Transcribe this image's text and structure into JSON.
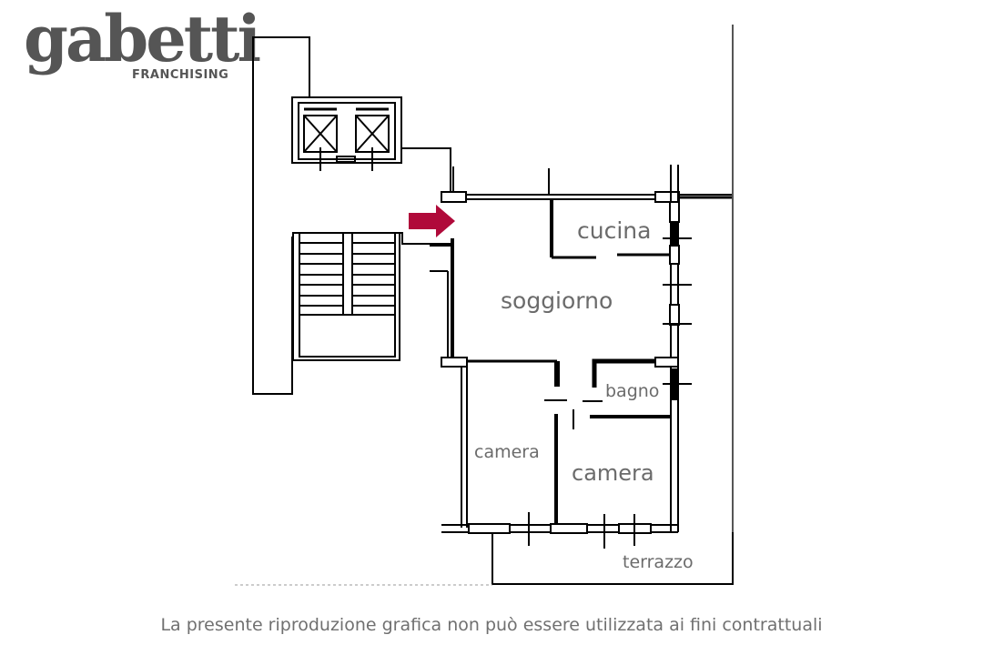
{
  "logo": {
    "wordmark": "gabetti",
    "subtitle": "FRANCHISING",
    "color": "#555555"
  },
  "floorplan": {
    "entrance_arrow_color": "#b00a3a",
    "wall_color": "#000000",
    "rooms": {
      "cucina": "cucina",
      "soggiorno": "soggiorno",
      "bagno": "bagno",
      "camera_1": "camera",
      "camera_2": "camera",
      "terrazzo": "terrazzo"
    }
  },
  "footer": {
    "disclaimer": "La presente riproduzione grafica non può essere utilizzata ai fini contrattuali"
  }
}
